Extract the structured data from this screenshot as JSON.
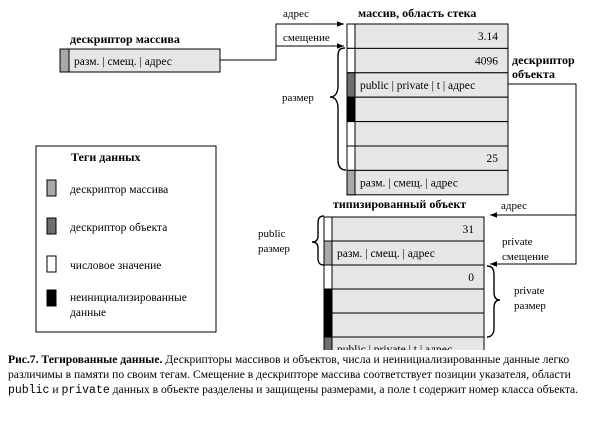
{
  "array_descriptor_box": {
    "title": "дескриптор массива",
    "content": "разм. | смещ. | адрес"
  },
  "stack_array": {
    "title": "массив, область стека",
    "label_address": "адрес",
    "label_offset": "смещение",
    "label_size": "размер",
    "cells": [
      {
        "text": "3.14",
        "tag": "number"
      },
      {
        "text": "4096",
        "tag": "number"
      },
      {
        "text": "public | private | t | адрес",
        "tag": "object"
      },
      {
        "text": "",
        "tag": "uninit"
      },
      {
        "text": "",
        "tag": "number"
      },
      {
        "text": "25",
        "tag": "number"
      },
      {
        "text": "разм. | смещ. | адрес",
        "tag": "array"
      }
    ]
  },
  "object_descriptor_label": {
    "line1": "дескриптор",
    "line2": "объекта"
  },
  "typed_object": {
    "title": "типизированный объект",
    "label_address": "адрес",
    "label_public_1": "public",
    "label_public_2": "размер",
    "label_private_1": "private",
    "label_private_2": "смещение",
    "label_private_size_1": "private",
    "label_private_size_2": "размер",
    "cells": [
      {
        "text": "31",
        "tag": "number"
      },
      {
        "text": "разм. | смещ. | адрес",
        "tag": "array"
      },
      {
        "text": "0",
        "tag": "number"
      },
      {
        "text": "",
        "tag": "uninit"
      },
      {
        "text": "",
        "tag": "uninit"
      },
      {
        "text": "public | private | t | адрес",
        "tag": "object"
      }
    ]
  },
  "legend": {
    "title": "Теги данных",
    "items": [
      {
        "label": "дескриптор массива",
        "tag": "array"
      },
      {
        "label": "дескриптор объекта",
        "tag": "object"
      },
      {
        "label": "числовое значение",
        "tag": "number"
      },
      {
        "label": "неинициализированные данные",
        "label_line1": "неинициализированные",
        "label_line2": "данные",
        "tag": "uninit"
      }
    ]
  },
  "colors": {
    "array": "#a8a8a8",
    "object": "#6e6e6e",
    "number": "#ffffff",
    "uninit": "#000000",
    "cell_fill": "#e6e6e6",
    "stroke": "#000000"
  },
  "caption": {
    "bold": "Рис.7. Тегированные данные.",
    "part1": " Дескрипторы массивов и объектов, числа и неинициализированные данные легко различимы в памяти по своим тегам. Смещение в дескрипторе массива соответствует позиции указателя, области ",
    "code1": "public",
    "part2": " и ",
    "code2": "private",
    "part3": " данных в объекте разделены и защищены размерами, а поле t содержит номер класса объекта."
  }
}
